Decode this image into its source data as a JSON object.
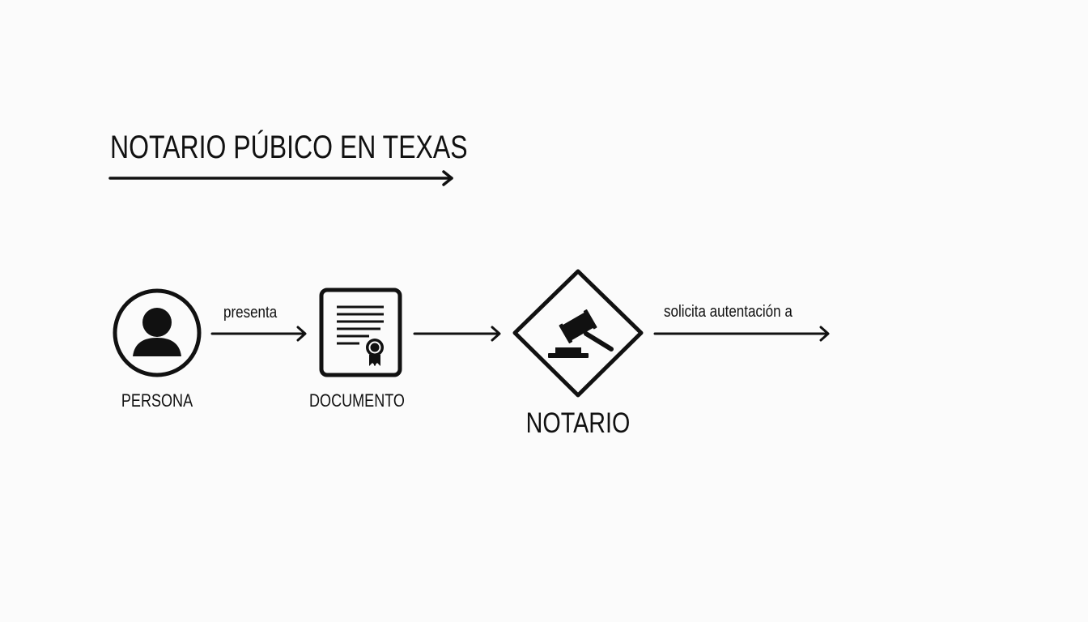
{
  "title": "NOTARIO PÚBICO EN TEXAS",
  "nodes": {
    "persona": {
      "label": "PERSONA",
      "icon": "person-icon"
    },
    "documento": {
      "label": "DOCUMENTO",
      "icon": "certificate-document-icon"
    },
    "notario": {
      "label": "NOTARIO",
      "icon": "gavel-icon"
    }
  },
  "edges": {
    "persona_to_documento": {
      "label": "presenta"
    },
    "documento_to_notario": {
      "label": ""
    },
    "notario_out": {
      "label": "solicita autentación a"
    }
  },
  "colors": {
    "ink": "#111111",
    "background": "#fbfbfb"
  }
}
